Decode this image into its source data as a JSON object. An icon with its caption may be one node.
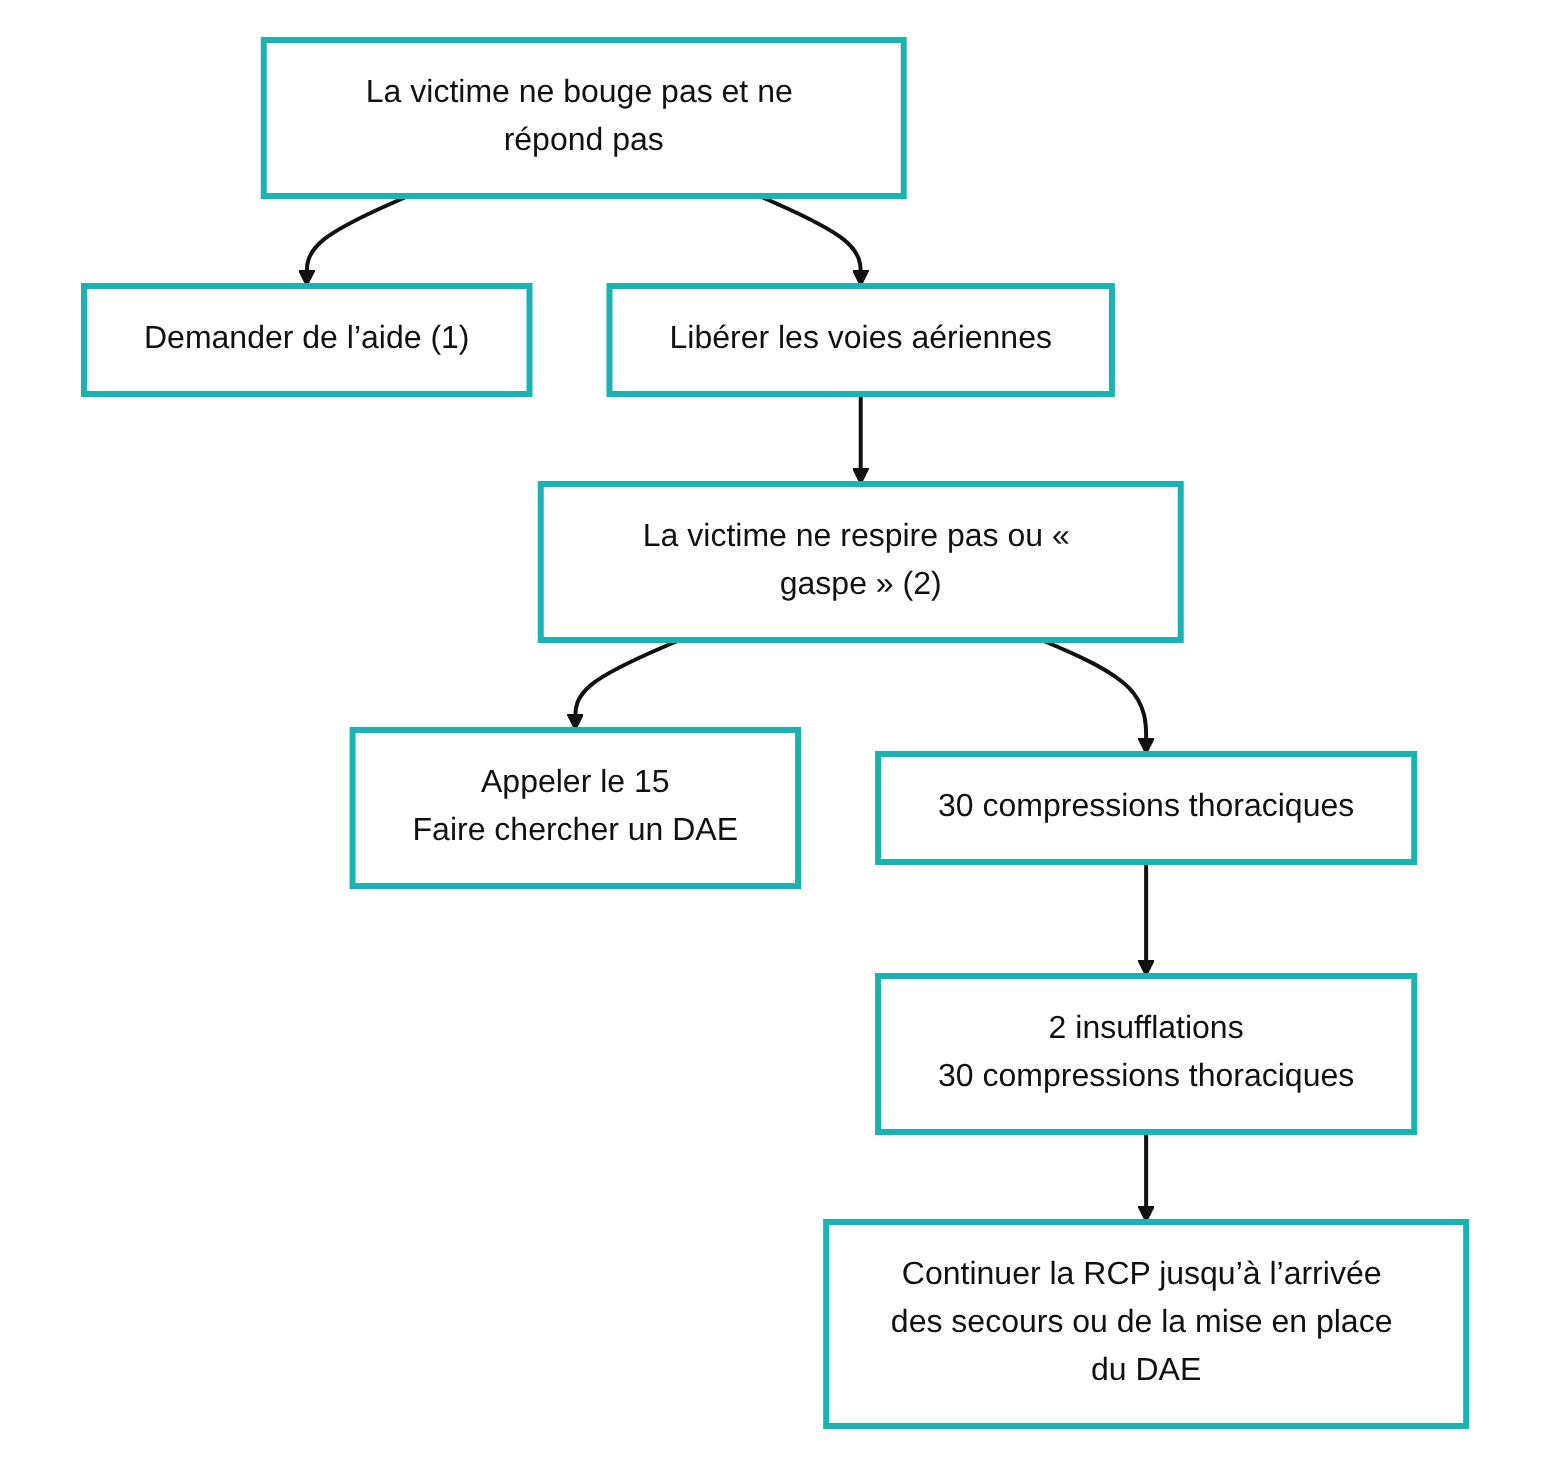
{
  "diagram": {
    "nodes": [
      {
        "text": [
          "La victime ne bouge pas et ne répond pas"
        ]
      },
      {
        "text": [
          "Demander de l’aide (1)"
        ]
      },
      {
        "text": [
          "Libérer les voies aériennes"
        ]
      },
      {
        "text": [
          "La victime ne respire pas ou « gaspe » (2)"
        ]
      },
      {
        "text": [
          "Appeler le 15",
          "Faire chercher un DAE"
        ]
      },
      {
        "text": [
          "30 compressions thoraciques"
        ]
      },
      {
        "text": [
          "2 insufflations",
          "30 compressions thoraciques"
        ]
      },
      {
        "text": [
          "Continuer la RCP jusqu’à l’arrivée des secours ou de la mise en place du DAE"
        ]
      }
    ],
    "edges": [
      {
        "from": 0,
        "to": 1,
        "arrow": "to"
      },
      {
        "from": 0,
        "to": 2,
        "arrow": "to"
      },
      {
        "from": 2,
        "to": 3,
        "arrow": "to"
      },
      {
        "from": 3,
        "to": 4,
        "arrow": "to"
      },
      {
        "from": 3,
        "to": 5,
        "arrow": "to"
      },
      {
        "from": 5,
        "to": 6,
        "arrow": "to"
      },
      {
        "from": 6,
        "to": 7,
        "arrow": "to"
      }
    ]
  }
}
